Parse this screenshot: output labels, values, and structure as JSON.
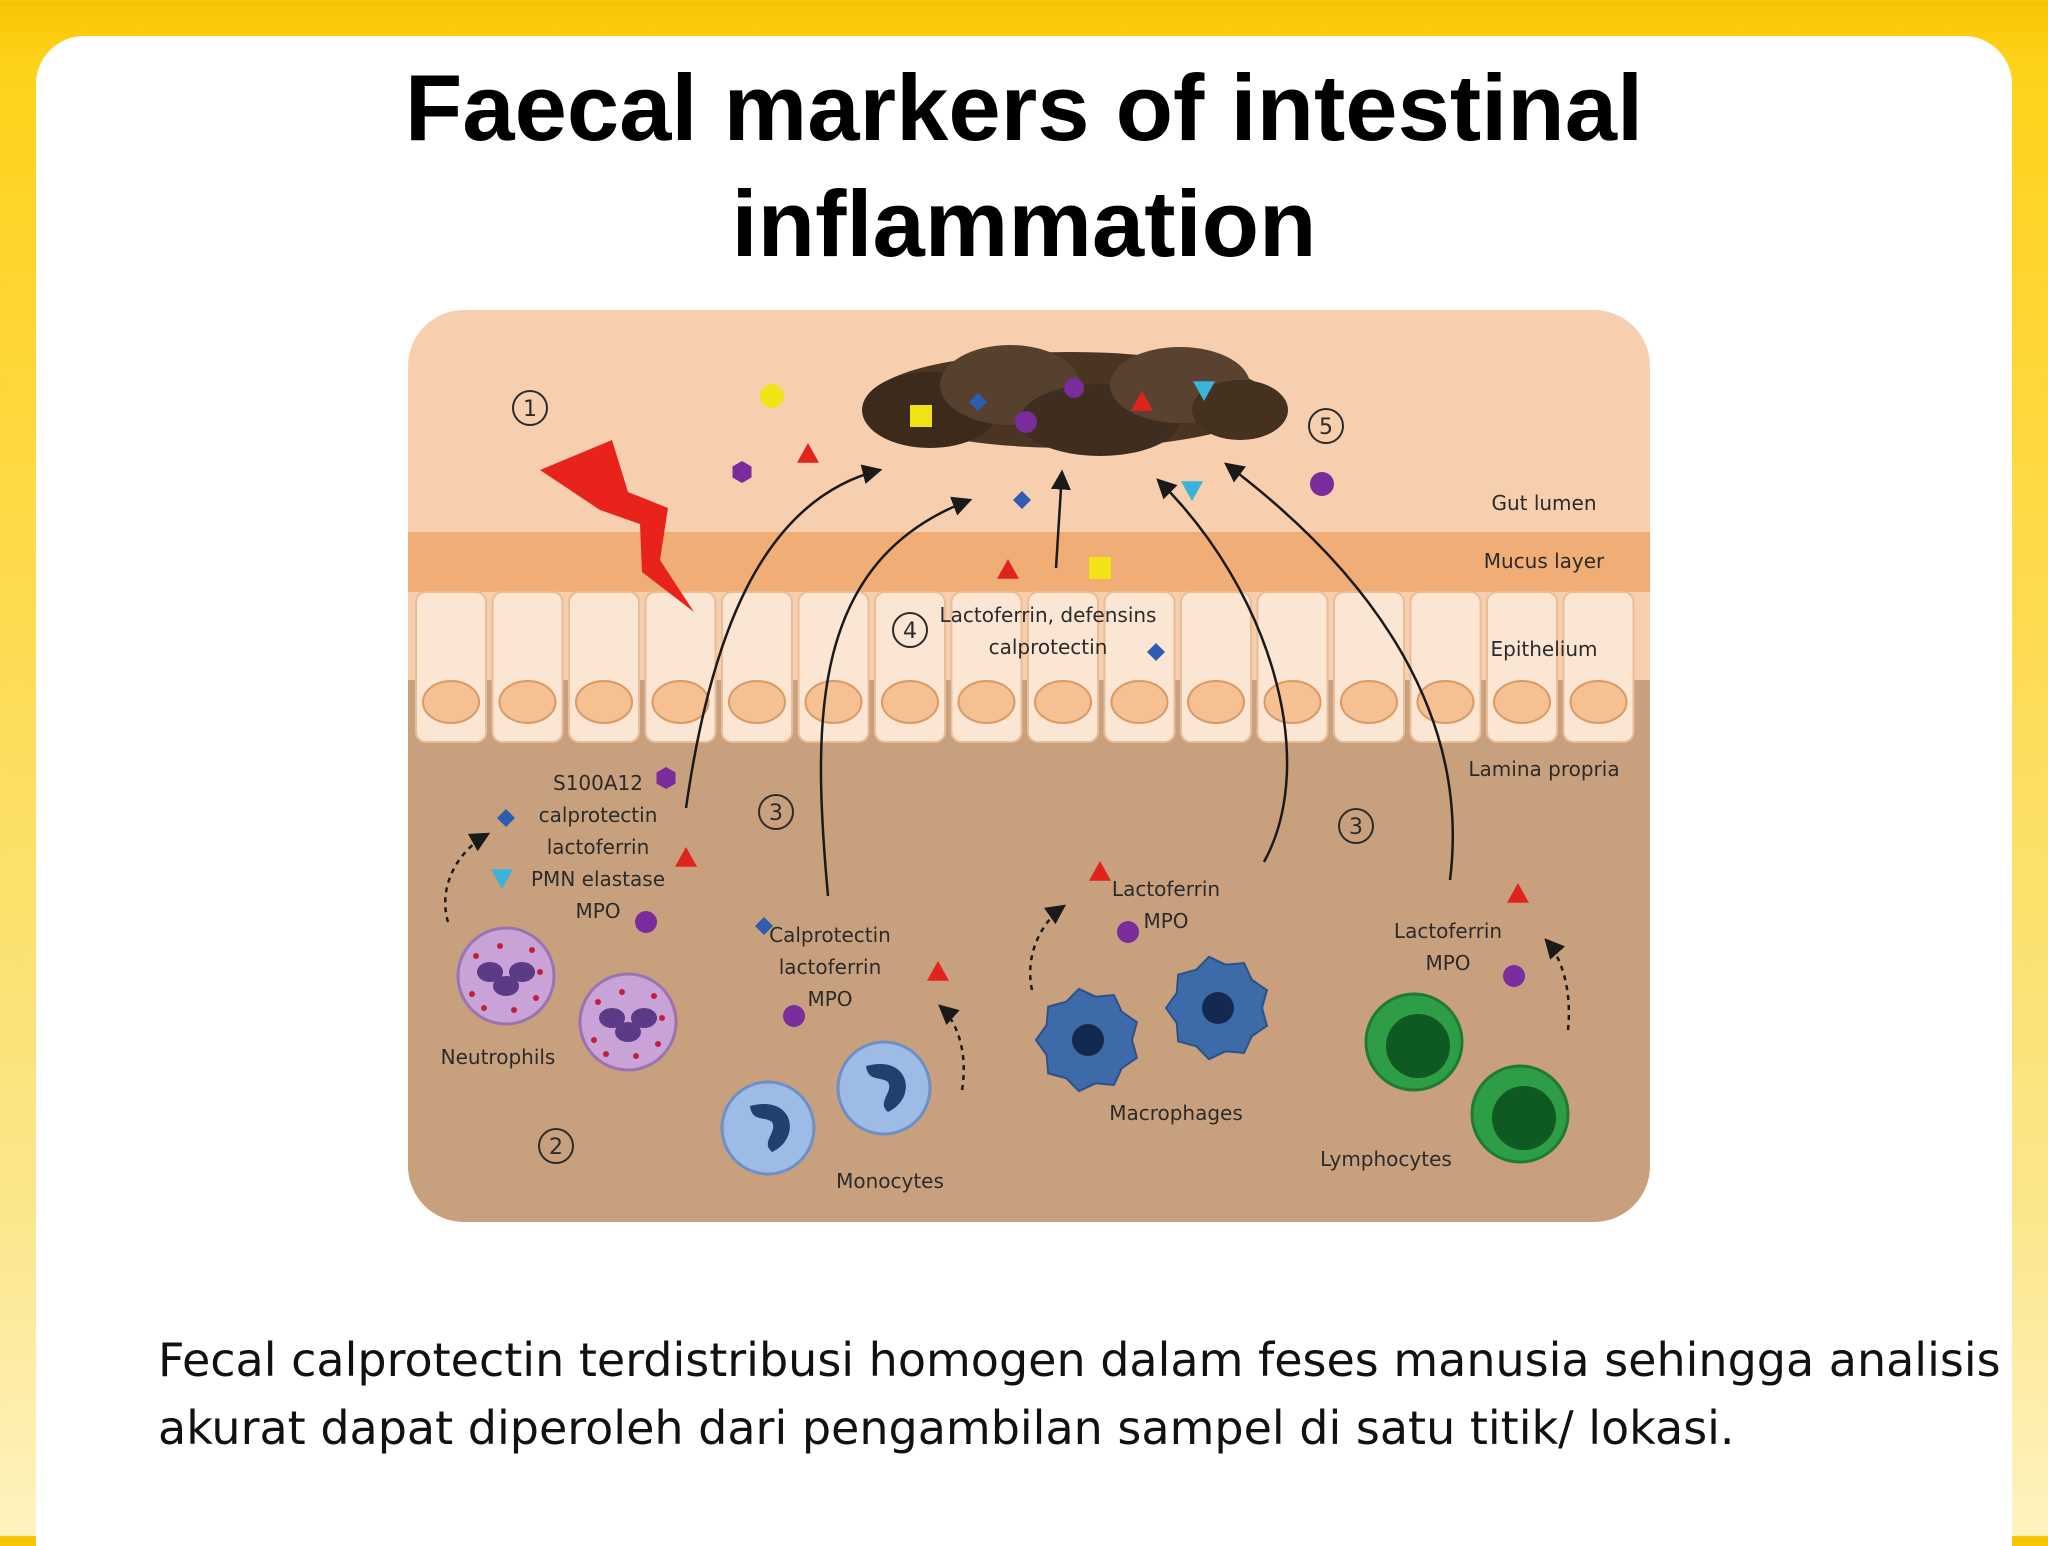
{
  "title": {
    "line1": "Faecal markers of intestinal",
    "line2": "inflammation"
  },
  "caption": {
    "line1": "Fecal calprotectin terdistribusi homogen dalam feses manusia sehingga analisis",
    "line2": "akurat dapat diperoleh dari pengambilan sampel di satu titik/ lokasi."
  },
  "diagram": {
    "layers": {
      "gut_lumen": "Gut lumen",
      "mucus_layer": "Mucus layer",
      "epithelium": "Epithelium",
      "lamina_propria": "Lamina propria"
    },
    "steps": {
      "s1": "1",
      "s2": "2",
      "s3a": "3",
      "s3b": "3",
      "s4": "4",
      "s5": "5"
    },
    "epithelial_markers": {
      "line1": "Lactoferrin, defensins",
      "line2": "calprotectin"
    },
    "neutrophil_markers": [
      "S100A12",
      "calprotectin",
      "lactoferrin",
      "PMN elastase",
      "MPO"
    ],
    "monocyte_markers": [
      "Calprotectin",
      "lactoferrin",
      "MPO"
    ],
    "macrophage_markers": [
      "Lactoferrin",
      "MPO"
    ],
    "lymphocyte_markers": [
      "Lactoferrin",
      "MPO"
    ],
    "cells": {
      "neutrophils": "Neutrophils",
      "monocytes": "Monocytes",
      "macrophages": "Macrophages",
      "lymphocytes": "Lymphocytes"
    }
  },
  "colors": {
    "lumen": "#f7cfae",
    "mucus": "#f0ae76",
    "epithelium": "#fbe6d3",
    "nucleus": "#f5c193",
    "lamina": "#c9a07d",
    "lightning": "#e8231c",
    "marker_red": "#e0231c",
    "marker_blue": "#2c5db0",
    "marker_purple": "#7a2b9c",
    "marker_yellow": "#f2e316",
    "marker_cyan": "#3ab4d8"
  }
}
